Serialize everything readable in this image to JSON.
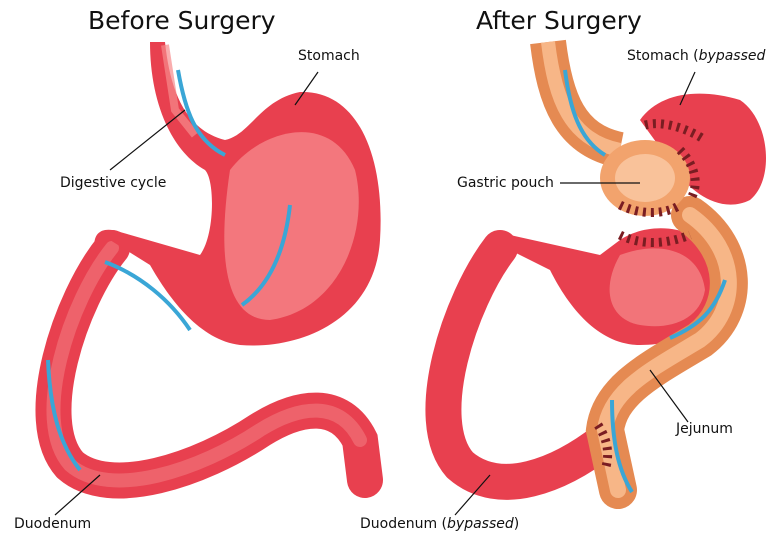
{
  "titles": {
    "before": "Before Surgery",
    "after": "After Surgery"
  },
  "labels": {
    "stomach": "Stomach",
    "digestive_cycle": "Digestive cycle",
    "duodenum": "Duodenum",
    "stomach_bypassed_main": "Stomach (",
    "stomach_bypassed_italic": "bypassed",
    "gastric_pouch": "Gastric pouch",
    "jejunum": "Jejunum",
    "duodenum_bypassed_main": "Duodenum (",
    "duodenum_bypassed_italic": "bypassed",
    "duodenum_bypassed_end": ")"
  },
  "colors": {
    "organ": "#e8404f",
    "organ_light": "#f78a8c",
    "pouch": "#f2a36d",
    "arrow": "#3aa6d6",
    "staples": "#7a1d22"
  }
}
